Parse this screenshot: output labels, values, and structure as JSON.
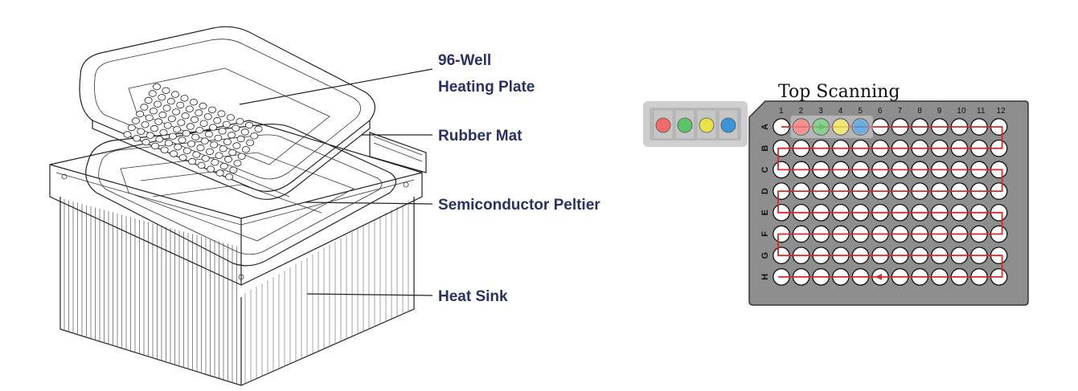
{
  "labels": {
    "heating_plate_line1": "96-Well",
    "heating_plate_line2": "Heating Plate",
    "rubber_mat": "Rubber Mat",
    "peltier": "Semiconductor Peltier",
    "heat_sink": "Heat Sink"
  },
  "scan": {
    "title": "Top Scanning",
    "columns": [
      "1",
      "2",
      "3",
      "4",
      "5",
      "6",
      "7",
      "8",
      "9",
      "10",
      "11",
      "12"
    ],
    "rows": [
      "A",
      "B",
      "C",
      "D",
      "E",
      "F",
      "G",
      "H"
    ],
    "detector_colors": [
      "#ef6b6b",
      "#5cc36a",
      "#e8e24a",
      "#3b93d8"
    ],
    "path_color": "#d22a2a",
    "plate_color": "#8e8e8e"
  }
}
